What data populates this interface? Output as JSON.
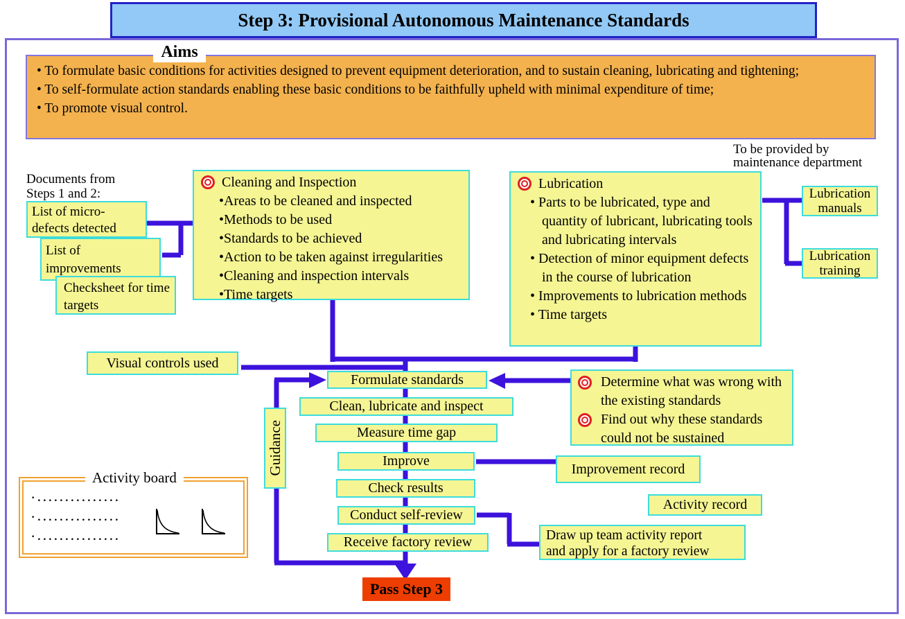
{
  "colors": {
    "line-purple": "#3c12dc",
    "frame-purple": "#7a68d8",
    "box-yellow": "#f5f594",
    "box-border-cyan": "#3cdcdc",
    "aims-orange": "#f4b24e",
    "aims-border": "#8276dd",
    "title-bg": "#93c9f6",
    "title-border": "#2222c8",
    "pass-red": "#ee3d00",
    "bullseye-red": "#e02020",
    "board-orange": "#f0a030"
  },
  "title": "Step 3: Provisional Autonomous Maintenance Standards",
  "aims": {
    "label": "Aims",
    "items": [
      "• To formulate basic conditions for activities designed to prevent equipment deterioration, and to sustain cleaning, lubricating and tightening;",
      "• To self-formulate action standards enabling these basic conditions to be faithfully upheld with minimal expenditure of time;",
      "• To promote visual control."
    ]
  },
  "documents": {
    "label": "Documents from Steps 1 and 2:",
    "boxes": [
      "List of micro-defects detected",
      "List of improvements",
      "Checksheet for time targets"
    ]
  },
  "cleaning": {
    "title": "Cleaning and Inspection",
    "items": [
      "•Areas to be cleaned and inspected",
      "•Methods to be used",
      "•Standards to be achieved",
      "•Action to be taken against irregularities",
      "•Cleaning and inspection intervals",
      "•Time targets"
    ]
  },
  "lubrication": {
    "title": "Lubrication",
    "items": [
      "• Parts to be lubricated, type and quantity of lubricant, lubricating tools and lubricating intervals",
      "• Detection of minor equipment defects in the course of lubrication",
      "• Improvements to lubrication methods",
      "• Time targets"
    ]
  },
  "maintenance": {
    "label": "To be provided by maintenance department",
    "boxes": [
      "Lubrication manuals",
      "Lubrication training"
    ]
  },
  "visual_controls": "Visual controls used",
  "guidance": "Guidance",
  "flow": [
    "Formulate standards",
    "Clean, lubricate and inspect",
    "Measure time gap",
    "Improve",
    "Check results",
    "Conduct self-review",
    "Receive factory review"
  ],
  "pass": "Pass Step 3",
  "standards_review": {
    "items": [
      "Determine what was wrong with the existing standards",
      "Find out why these standards could not be sustained"
    ]
  },
  "records": {
    "improvement": "Improvement record",
    "activity": "Activity record",
    "drawup": [
      "Draw up team activity report",
      "and apply for a factory review"
    ]
  },
  "activity_board": {
    "title": "Activity board",
    "dot_rows": [
      "·...............",
      "·...............",
      "·..............."
    ]
  }
}
